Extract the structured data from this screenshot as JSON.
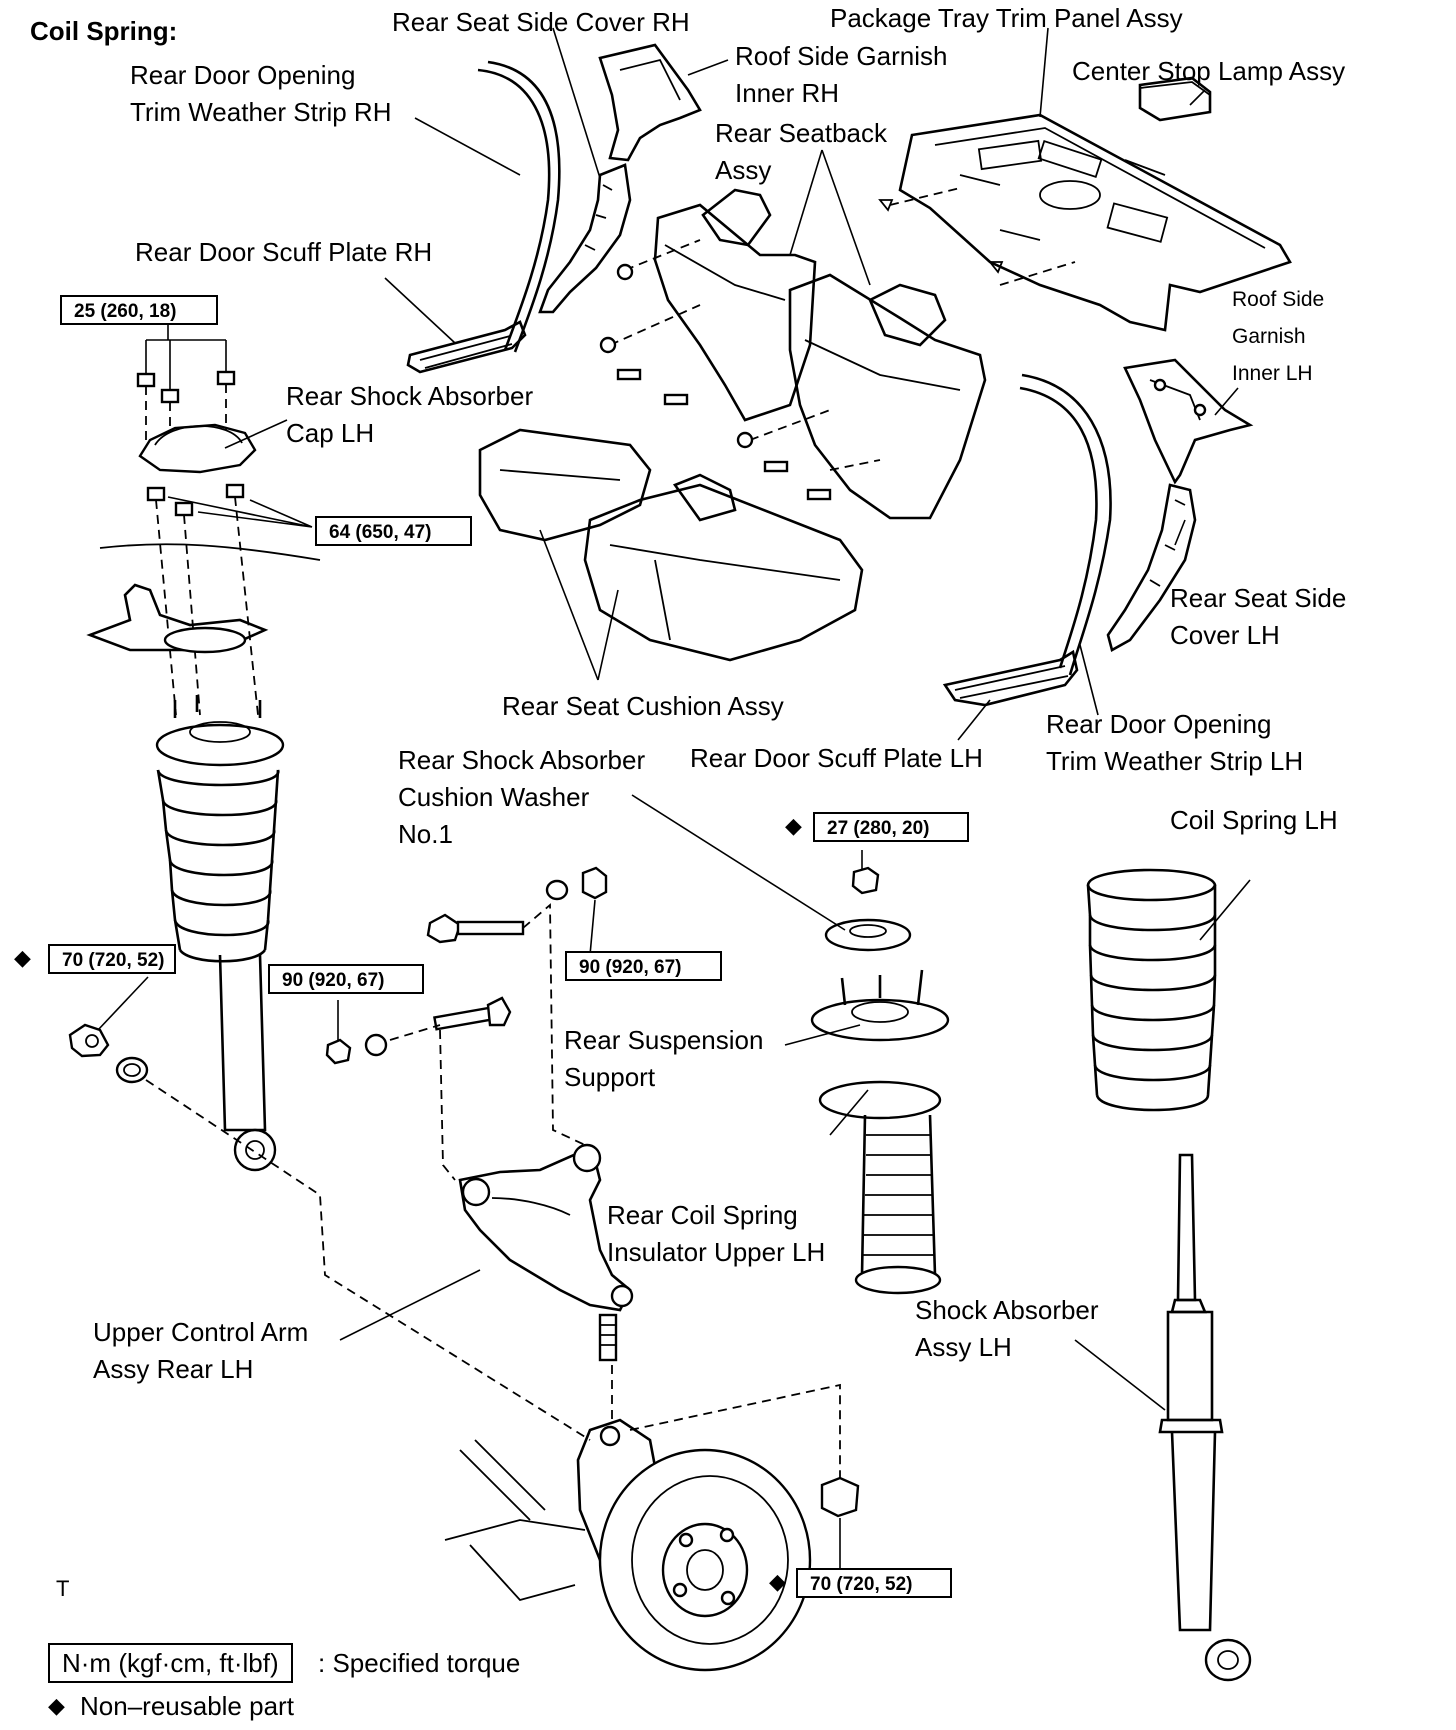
{
  "diagram": {
    "title": "Coil Spring:",
    "labels": {
      "rear_seat_side_cover_rh": "Rear Seat Side Cover RH",
      "package_tray_trim_panel_assy": "Package Tray Trim Panel Assy",
      "rear_door_opening_trim_weather_strip_rh_1": "Rear Door Opening",
      "rear_door_opening_trim_weather_strip_rh_2": "Trim Weather Strip RH",
      "roof_side_garnish_inner_rh_1": "Roof Side Garnish",
      "roof_side_garnish_inner_rh_2": "Inner RH",
      "center_stop_lamp_assy": "Center Stop Lamp Assy",
      "rear_seatback_assy_1": "Rear Seatback",
      "rear_seatback_assy_2": "Assy",
      "rear_door_scuff_plate_rh": "Rear Door Scuff Plate RH",
      "roof_side_garnish_inner_lh_1": "Roof Side",
      "roof_side_garnish_inner_lh_2": "Garnish",
      "roof_side_garnish_inner_lh_3": "Inner LH",
      "rear_shock_absorber_cap_lh_1": "Rear Shock Absorber",
      "rear_shock_absorber_cap_lh_2": "Cap LH",
      "rear_seat_side_cover_lh_1": "Rear Seat Side",
      "rear_seat_side_cover_lh_2": "Cover LH",
      "rear_seat_cushion_assy": "Rear Seat Cushion Assy",
      "rear_door_opening_trim_weather_strip_lh_1": "Rear Door Opening",
      "rear_door_opening_trim_weather_strip_lh_2": "Trim Weather Strip LH",
      "rear_shock_absorber_cushion_washer_1": "Rear Shock Absorber",
      "rear_shock_absorber_cushion_washer_2": "Cushion Washer",
      "rear_shock_absorber_cushion_washer_3": "No.1",
      "rear_door_scuff_plate_lh": "Rear Door Scuff Plate LH",
      "coil_spring_lh": "Coil Spring LH",
      "rear_suspension_support_1": "Rear Suspension",
      "rear_suspension_support_2": "Support",
      "rear_coil_spring_insulator_1": "Rear Coil Spring",
      "rear_coil_spring_insulator_2": "Insulator Upper LH",
      "upper_control_arm_1": "Upper Control Arm",
      "upper_control_arm_2": "Assy Rear LH",
      "shock_absorber_assy_lh_1": "Shock Absorber",
      "shock_absorber_assy_lh_2": "Assy LH",
      "code_t": "T"
    },
    "torques": {
      "cap_nuts": "25 (260, 18)",
      "support_nuts": "64 (650, 47)",
      "shock_lower": "70 (720, 52)",
      "arm_nut": "90 (920, 67)",
      "arm_bolt": "90 (920, 67)",
      "support_nut_top": "27 (280, 20)",
      "knuckle_nut": "70 (720, 52)"
    },
    "non_reusable_marker": "◆",
    "legend": {
      "torque_units": "N·m (kgf·cm, ft·lbf)",
      "torque_desc": ": Specified torque",
      "nonreusable_symbol": "◆",
      "nonreusable_desc": "Non–reusable part"
    }
  }
}
